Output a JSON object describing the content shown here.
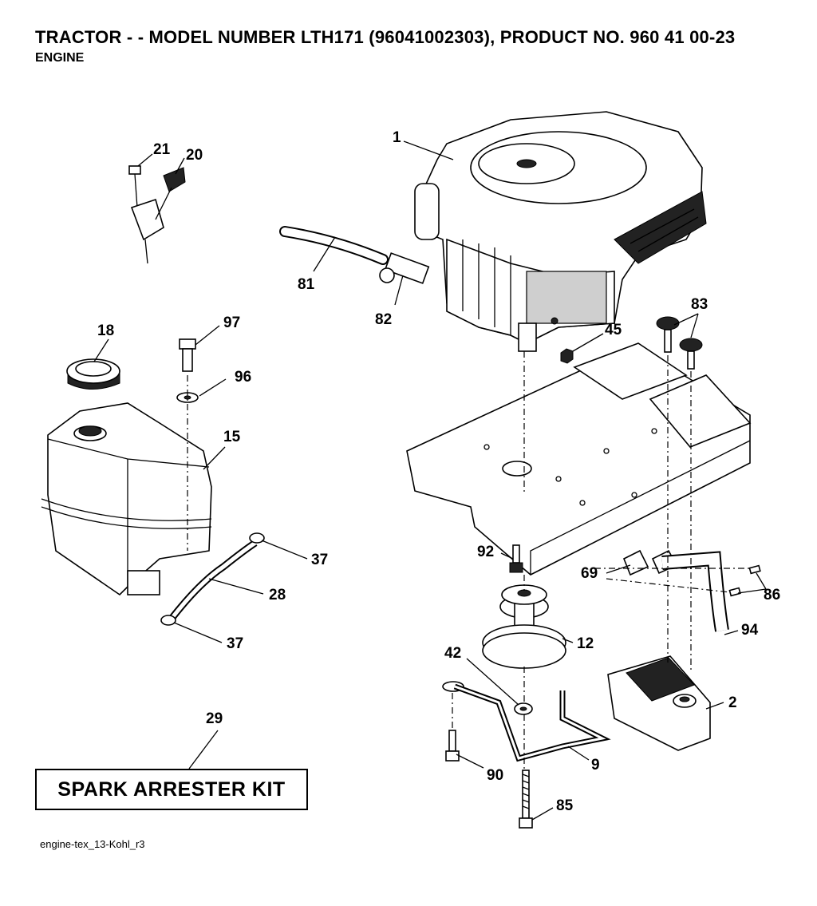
{
  "header": {
    "title": "TRACTOR - - MODEL NUMBER LTH171 (96041002303), PRODUCT NO. 960 41 00-23",
    "subtitle": "ENGINE"
  },
  "callouts": [
    {
      "id": "c1",
      "label": "1"
    },
    {
      "id": "c21",
      "label": "21"
    },
    {
      "id": "c20",
      "label": "20"
    },
    {
      "id": "c81",
      "label": "81"
    },
    {
      "id": "c82",
      "label": "82"
    },
    {
      "id": "c18",
      "label": "18"
    },
    {
      "id": "c97",
      "label": "97"
    },
    {
      "id": "c96",
      "label": "96"
    },
    {
      "id": "c15",
      "label": "15"
    },
    {
      "id": "c83",
      "label": "83"
    },
    {
      "id": "c45",
      "label": "45"
    },
    {
      "id": "c37a",
      "label": "37"
    },
    {
      "id": "c28",
      "label": "28"
    },
    {
      "id": "c37b",
      "label": "37"
    },
    {
      "id": "c92",
      "label": "92"
    },
    {
      "id": "c69",
      "label": "69"
    },
    {
      "id": "c86",
      "label": "86"
    },
    {
      "id": "c94",
      "label": "94"
    },
    {
      "id": "c12",
      "label": "12"
    },
    {
      "id": "c42",
      "label": "42"
    },
    {
      "id": "c2",
      "label": "2"
    },
    {
      "id": "c29",
      "label": "29"
    },
    {
      "id": "c90",
      "label": "90"
    },
    {
      "id": "c9",
      "label": "9"
    },
    {
      "id": "c85",
      "label": "85"
    }
  ],
  "kit_label": "SPARK ARRESTER KIT",
  "footer": "engine-tex_13-Kohl_r3"
}
